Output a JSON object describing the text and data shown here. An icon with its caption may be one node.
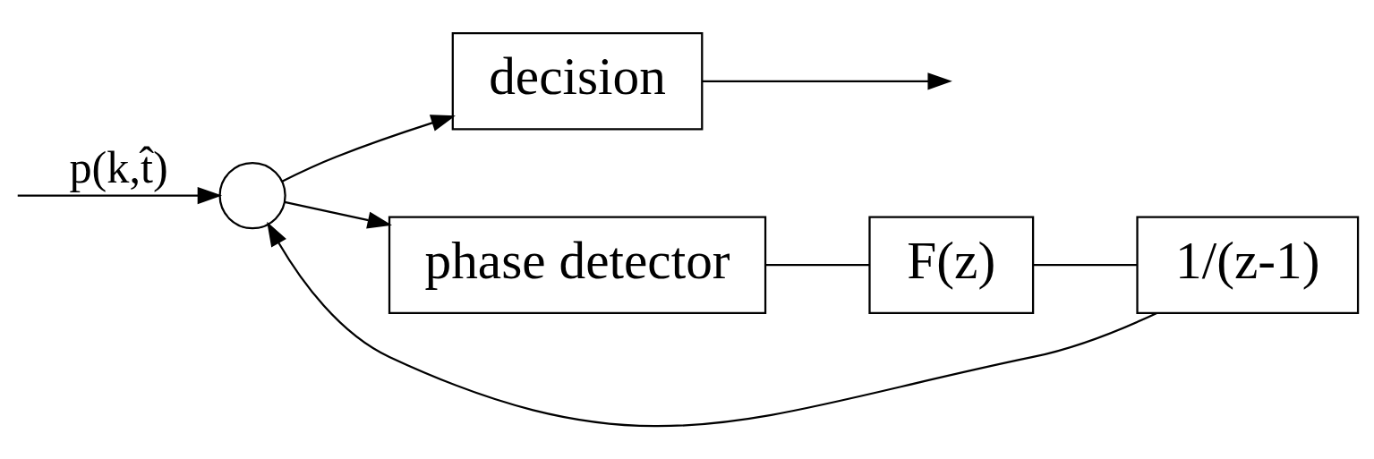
{
  "diagram": {
    "nodes": [
      {
        "text": [],
        "shape": "circle"
      },
      {
        "text": [
          "decision"
        ]
      },
      {
        "text": [
          "phase detector"
        ]
      },
      {
        "text": [
          "F(z)"
        ]
      },
      {
        "text": [
          "1/(z-1)"
        ]
      }
    ],
    "edges": [
      {
        "from": null,
        "to": 0,
        "arrow": "to",
        "label": "p(k,t̂)"
      },
      {
        "from": 0,
        "to": 1,
        "arrow": "to"
      },
      {
        "from": 0,
        "to": 2,
        "arrow": "to"
      },
      {
        "from": 2,
        "to": 3,
        "arrow": "none"
      },
      {
        "from": 3,
        "to": 4,
        "arrow": "none"
      },
      {
        "from": 4,
        "to": 0,
        "arrow": "to"
      },
      {
        "from": 1,
        "to": null,
        "arrow": "to"
      }
    ]
  }
}
